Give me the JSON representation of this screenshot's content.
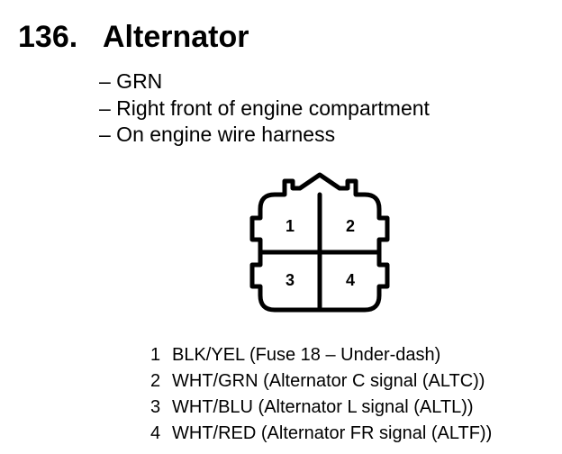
{
  "heading": {
    "number": "136.",
    "name": "Alternator"
  },
  "details": [
    "– GRN",
    "– Right front of engine compartment",
    "– On engine wire harness"
  ],
  "connector": {
    "cells": [
      "1",
      "2",
      "3",
      "4"
    ]
  },
  "pins": [
    {
      "num": "1",
      "desc": "BLK/YEL (Fuse 18 – Under-dash)"
    },
    {
      "num": "2",
      "desc": "WHT/GRN (Alternator C signal (ALTC))"
    },
    {
      "num": "3",
      "desc": "WHT/BLU (Alternator L signal (ALTL))"
    },
    {
      "num": "4",
      "desc": "WHT/RED (Alternator FR signal (ALTF))"
    }
  ]
}
